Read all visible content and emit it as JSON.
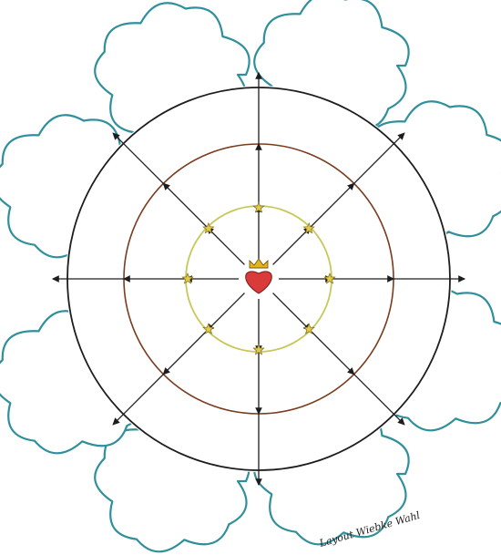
{
  "credit": "Layout Wiebke Wahl",
  "colors": {
    "cloud_outline": "#2f8f9a",
    "ring_outer": "#1d1d1d",
    "ring_middle": "#7a3b1e",
    "ring_inner": "#c8c85a",
    "spoke": "#1d1d1d",
    "star": "#e0c84a",
    "heart": "#d93a3a",
    "crown": "#e2b51c"
  },
  "icons": {
    "center": "heart-with-crown-icon",
    "inner_ring_markers": "star-icon",
    "arrowheads": "arrow-icon"
  },
  "structure": {
    "spokes": 8,
    "rings": 3,
    "petals": 8
  }
}
